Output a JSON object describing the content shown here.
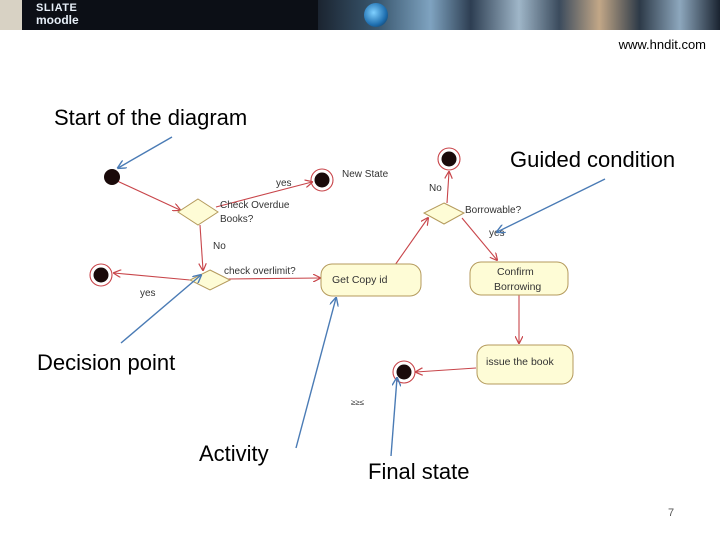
{
  "header": {
    "logo_line1": "SLIATE",
    "logo_line2": "moodle",
    "url": "www.hndit.com"
  },
  "callouts": {
    "start": "Start of the diagram",
    "guided": "Guided condition",
    "decision": "Decision point",
    "activity": "Activity",
    "final": "Final state"
  },
  "diagram": {
    "new_state": "New State",
    "check_overdue_1": "Check Overdue",
    "check_overdue_2": "Books?",
    "check_overlimit": "check overlimit?",
    "get_copy": "Get Copy id",
    "borrowable": "Borrowable?",
    "confirm_1": "Confirm",
    "confirm_2": "Borrowing",
    "issue": "issue the book",
    "yes_1": "yes",
    "no_1": "No",
    "yes_2": "yes",
    "no_2": "No",
    "yes_3": "yes",
    "fragment": "≥≥≤"
  },
  "page": {
    "number": "7"
  },
  "colors": {
    "node_fill": "#fefcd6",
    "node_stroke": "#b49a5c",
    "flow_arrow": "#c8454a",
    "callout_arrow": "#4a7bb5",
    "state_fill": "#1a0a0a",
    "state_ring": "#c8454a"
  }
}
